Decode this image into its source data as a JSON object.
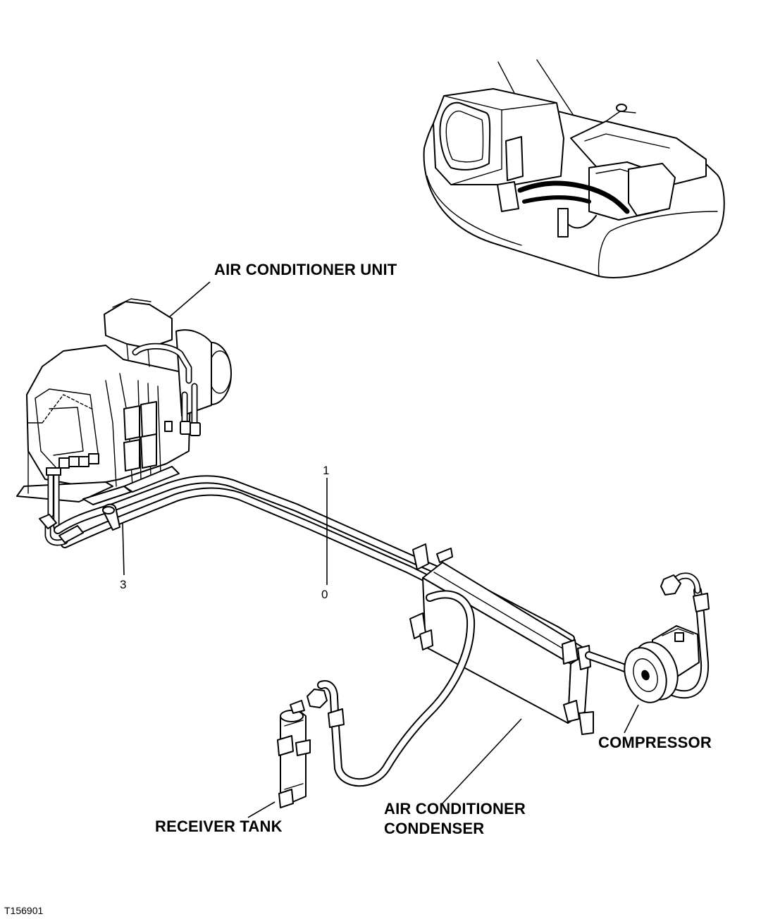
{
  "labels": {
    "air_conditioner_unit": "AIR CONDITIONER UNIT",
    "compressor": "COMPRESSOR",
    "receiver_tank": "RECEIVER TANK",
    "condenser_line1": "AIR CONDITIONER",
    "condenser_line2": "CONDENSER"
  },
  "callouts": {
    "item_1": "1",
    "item_0": "0",
    "item_3": "3"
  },
  "figure_id": "T156901"
}
